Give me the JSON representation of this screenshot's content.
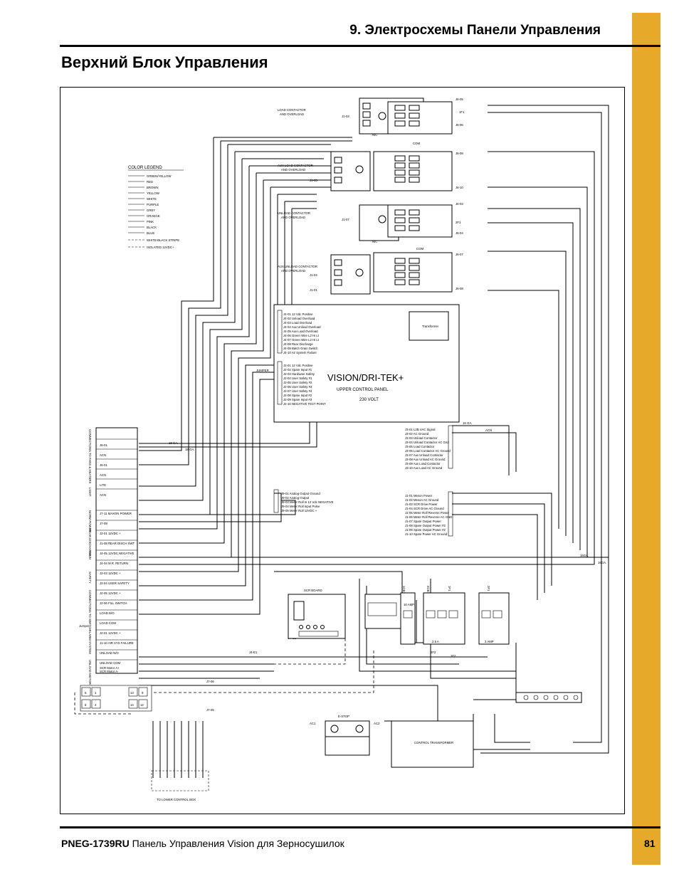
{
  "header": {
    "section_title": "9. Электросхемы Панели Управления"
  },
  "page": {
    "title": "Верхний Блок Управления"
  },
  "footer": {
    "doc_code": "PNEG-1739RU",
    "doc_title": "Панель Управления Vision для Зерносушилок",
    "page_number": "81"
  },
  "diagram": {
    "color_legend": {
      "title": "COLOR LEGEND",
      "entries": [
        "GREEN/YELLOW",
        "RED",
        "BROWN",
        "YELLOW",
        "WHITE",
        "PURPLE",
        "GREY",
        "ORANGE",
        "PINK",
        "BLACK",
        "BLUE",
        "WHITE-BLACK STRIPE",
        "ISOLATED 12VDC+"
      ]
    },
    "contactors": [
      {
        "label1": "LOAD CONTACTOR",
        "label2": "AND OVERLOAD",
        "left_tag": "J1-03",
        "top_tag": "J6-05",
        "bot_tag": "J6-06",
        "side_tag": "1F1"
      },
      {
        "label1": "AUX LOAD CONTACTOR",
        "label2": "AND OVERLOAD",
        "left_tag": "J1-05",
        "top_tag": "J6-08",
        "bot_tag": "J6-10",
        "side_tag": ""
      },
      {
        "label1": "UNLOAD CONTACTOR",
        "label2": "AND OVERLOAD",
        "left_tag": "J1-07",
        "top_tag": "J6-03",
        "bot_tag": "J6-04",
        "side_tag": "2F1"
      },
      {
        "label1": "AUX UNLOAD CONTACTOR",
        "label2": "AND OVERLOAD",
        "left_tag": "J1-04",
        "top_tag": "J6-07",
        "bot_tag": "J6-08",
        "side_tag": ""
      }
    ],
    "contactor_misc": {
      "nc": "N/C",
      "com": "COM",
      "j101": "J1-01"
    },
    "control_panel": {
      "line1": "VISION/DRI-TEK+",
      "line2": "UPPER CONTROL PANEL",
      "line3": "230 VOLT",
      "transformer": "Transformer",
      "jumper": "JUMPER"
    },
    "terminals_j4": [
      "J4-01 12 Vdc Positive",
      "J4-02 Unload Overload",
      "J4-03 Load Overload",
      "J4-04 Aux Unload Overload",
      "J4-05 Aux Load Overload",
      "J4-06 Green Wire L2 Hi Lt",
      "J4-07 Green Wire L2 Hi Lt",
      "J4-08 Rear Discharge",
      "J4-09 Batch Grain Switch",
      "J4-10 Air System Failure"
    ],
    "terminals_j2": [
      "J2-01 12 Vdc Positive",
      "J2-02 Spare Input #1",
      "J2-03 Hardware Safety",
      "J2-04 User Safety #1",
      "J2-05 User Safety #2",
      "J2-06 User Safety #3",
      "J2-07 User Safety #4",
      "J2-08 Spare Input #2",
      "J2-09 Spare Input #3",
      "J2-10 NEGATIVE TEST POINT"
    ],
    "terminals_j3": [
      "J3-01 L2B VAC Signal",
      "J3-02 AC Ground",
      "J3-03 Unload Contactor",
      "J3-04 Unload Contactor AC Gnd",
      "J3-05 Load Contactor",
      "J3-06 Load Contactor AC Ground",
      "J3-07 Aux Unload Contactor",
      "J3-08 Aux Unload AC Ground",
      "J3-09 Aux Load Contactor",
      "J3-10 Aux Load AC Ground"
    ],
    "terminals_j9": [
      "J9-01 Analog Output Ground",
      "J9-02 Analog Output",
      "J9-03 Meter Roll In 12 Vdc NEGATIVE",
      "J9-04 Meter Roll Input Pulse",
      "J9-05 Meter Roll 12VDC +"
    ],
    "terminals_j1b": [
      "J1-01 Meson Power",
      "J1-02 Meson AC Ground",
      "J1-03 SCR Drive Power",
      "J1-04 SCR Drive AC Ground",
      "J1-05 Meter Roll Reverse Power",
      "J1-06 Meter Roll Reverse AC GND",
      "J1-07 Spare Output Power",
      "J1-08 Spare Output Power #2",
      "J1-09 Spare Output Power #2",
      "J1-10 Spare Power AC Ground"
    ],
    "left_connections": [
      "CONNECTIONS TO FANS & HEATERS",
      "LIGHT",
      "NORM POWER",
      "REAR DISCHARGE",
      "TRAIN",
      "SAFETY",
      "CONNECTIONS TO SWITCH",
      "ALARM SYSTEM",
      "UNLOAD MOTOR"
    ],
    "left_terminals": [
      "J6-01",
      "ACN",
      "J6-01",
      "ACN",
      "LITE",
      "ACN",
      "J7-11 MAXON POWER",
      "J7-09",
      "J2-01 12VDC +",
      "J1-08 REAR DISCH SWT",
      "J4-05 12VDC NEGATIVE",
      "J4-04 M.R. RETURN",
      "J2-03 12VDC +",
      "J2-04 USER SAFETY",
      "J2-05 12VDC +",
      "J2-06 FILL SWITCH",
      "LOAD N/O",
      "LOAD COM",
      "J2-01 12VDC +",
      "J1-10 AIR SYS FAILURE",
      "UNLOAD N/O",
      "UNLOAD COM",
      "SCR Motor A+",
      "SCR Motor A-"
    ],
    "left_jumper": "Jumper",
    "wire_labels": {
      "ga18a": "18 GA.",
      "ga18b": "18 GA.",
      "ga16a": "16 GA.",
      "ga16b": "16GA.",
      "ga16c": "16GA.",
      "acn": "ACN",
      "j4e2": "J4-E2",
      "j4e1": "J4-E1",
      "j706": "J7-06",
      "j705": "J7-05"
    },
    "scr_board": "SCR BOARD",
    "breakers": [
      "1CB1",
      "2CB1",
      "1F1",
      "2F1",
      "1F2",
      "2F2"
    ],
    "breaker_ratings": [
      "10 AMP",
      "2.5 A",
      "2 AMP"
    ],
    "estop": "E-STOP",
    "estop_tags": [
      "AC1",
      "AC2"
    ],
    "control_transformer": "CONTROL TRANSFORMER",
    "bottom_connector": "TO LOWER CONTROL BOX",
    "connector_pins": [
      "5",
      "1",
      "13",
      "9",
      "8",
      "4",
      "14",
      "12"
    ]
  }
}
